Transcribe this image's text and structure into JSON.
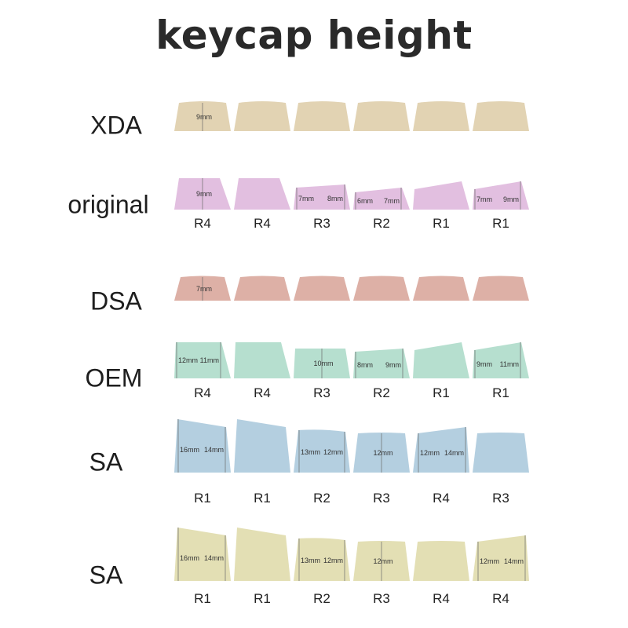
{
  "title": "keycap height",
  "profiles": [
    {
      "name": "XDA",
      "color": "#e2d3b3",
      "keys": [
        {
          "shape": "xda",
          "dims": [
            "9mm"
          ]
        },
        {
          "shape": "xda",
          "dims": []
        },
        {
          "shape": "xda",
          "dims": []
        },
        {
          "shape": "xda",
          "dims": []
        },
        {
          "shape": "xda",
          "dims": []
        },
        {
          "shape": "xda",
          "dims": []
        }
      ],
      "rows": []
    },
    {
      "name": "original",
      "color": "#e2bfe0",
      "keys": [
        {
          "shape": "orig-r4",
          "dims": [
            "9mm"
          ]
        },
        {
          "shape": "orig-r4",
          "dims": []
        },
        {
          "shape": "orig-r3",
          "dims": [
            "7mm",
            "8mm"
          ]
        },
        {
          "shape": "orig-r2",
          "dims": [
            "6mm",
            "7mm"
          ]
        },
        {
          "shape": "orig-r1",
          "dims": []
        },
        {
          "shape": "orig-r1",
          "dims": [
            "7mm",
            "9mm"
          ]
        }
      ],
      "rows": [
        "R4",
        "R4",
        "R3",
        "R2",
        "R1",
        "R1"
      ]
    },
    {
      "name": "DSA",
      "color": "#ddb0a6",
      "keys": [
        {
          "shape": "dsa",
          "dims": [
            "7mm"
          ]
        },
        {
          "shape": "dsa",
          "dims": []
        },
        {
          "shape": "dsa",
          "dims": []
        },
        {
          "shape": "dsa",
          "dims": []
        },
        {
          "shape": "dsa",
          "dims": []
        },
        {
          "shape": "dsa",
          "dims": []
        }
      ],
      "rows": []
    },
    {
      "name": "OEM",
      "color": "#b6dfcf",
      "keys": [
        {
          "shape": "oem-r4",
          "dims": [
            "12mm",
            "11mm"
          ]
        },
        {
          "shape": "oem-r4",
          "dims": []
        },
        {
          "shape": "oem-r3",
          "dims": [
            "10mm"
          ]
        },
        {
          "shape": "oem-r2",
          "dims": [
            "8mm",
            "9mm"
          ]
        },
        {
          "shape": "oem-r1",
          "dims": []
        },
        {
          "shape": "oem-r1",
          "dims": [
            "9mm",
            "11mm"
          ]
        }
      ],
      "rows": [
        "R4",
        "R4",
        "R3",
        "R2",
        "R1",
        "R1"
      ]
    },
    {
      "name": "SA",
      "color": "#b4cfe0",
      "keys": [
        {
          "shape": "sa-r1",
          "dims": [
            "16mm",
            "14mm"
          ]
        },
        {
          "shape": "sa-r1",
          "dims": []
        },
        {
          "shape": "sa-r2",
          "dims": [
            "13mm",
            "12mm"
          ]
        },
        {
          "shape": "sa-r3",
          "dims": [
            "12mm"
          ]
        },
        {
          "shape": "sa-r4",
          "dims": [
            "12mm",
            "14mm"
          ]
        },
        {
          "shape": "sa-r3",
          "dims": []
        }
      ],
      "rows": [
        "R1",
        "R1",
        "R2",
        "R3",
        "R4",
        "R3"
      ]
    },
    {
      "name": "SA",
      "color": "#e3dfb4",
      "keys": [
        {
          "shape": "sa-r1",
          "dims": [
            "16mm",
            "14mm"
          ]
        },
        {
          "shape": "sa-r1",
          "dims": []
        },
        {
          "shape": "sa-r2",
          "dims": [
            "13mm",
            "12mm"
          ]
        },
        {
          "shape": "sa-r3",
          "dims": [
            "12mm"
          ]
        },
        {
          "shape": "sa-r3",
          "dims": []
        },
        {
          "shape": "sa-r4",
          "dims": [
            "12mm",
            "14mm"
          ]
        }
      ],
      "rows": [
        "R1",
        "R1",
        "R2",
        "R3",
        "R4",
        "R4"
      ]
    }
  ]
}
